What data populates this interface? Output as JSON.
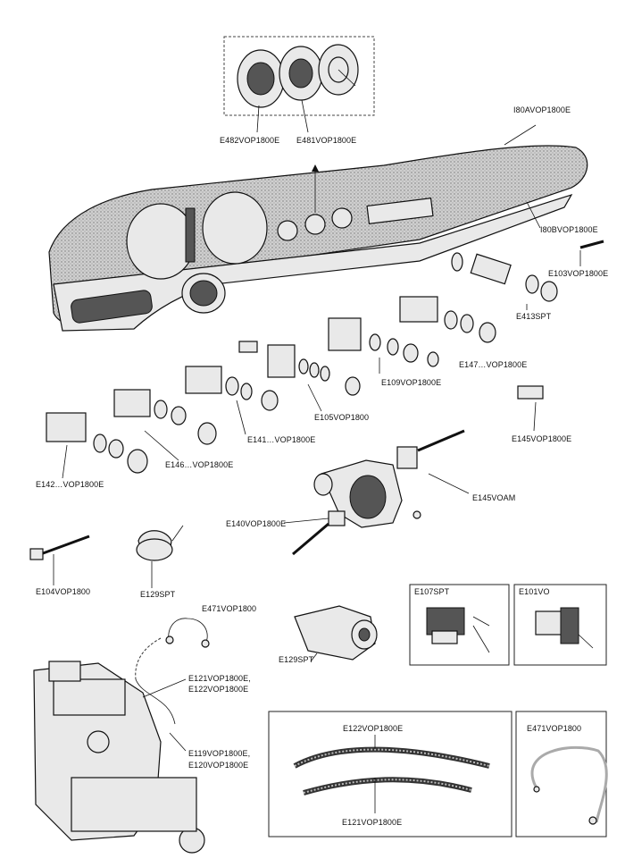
{
  "labels": {
    "e482": "E482VOP1800E",
    "e481": "E481VOP1800E",
    "i80a": "I80AVOP1800E",
    "i80b": "I80BVOP1800E",
    "e103": "E103VOP1800E",
    "e413": "E413SPT",
    "e147": "E147…VOP1800E",
    "e109": "E109VOP1800E",
    "e145_top": "E145VOP1800E",
    "e105": "E105VOP1800",
    "e141": "E141…VOP1800E",
    "e146": "E146…VOP1800E",
    "e142": "E142…VOP1800E",
    "e145voam": "E145VOAM",
    "e140": "E140VOP1800E",
    "e104": "E104VOP1800",
    "e129_left": "E129SPT",
    "e471_top": "E471VOP1800",
    "e129_mid": "E129SPT",
    "e121_122_a": "E121VOP1800E,",
    "e121_122_b": "E122VOP1800E",
    "e119_120_a": "E119VOP1800E,",
    "e119_120_b": "E120VOP1800E",
    "e107": "E107SPT",
    "e101": "E101VO",
    "e122_box": "E122VOP1800E",
    "e121_box": "E121VOP1800E",
    "e471_box": "E471VOP1800"
  },
  "colors": {
    "line": "#111111",
    "part_fill": "#e9e9e9",
    "background": "#ffffff"
  }
}
